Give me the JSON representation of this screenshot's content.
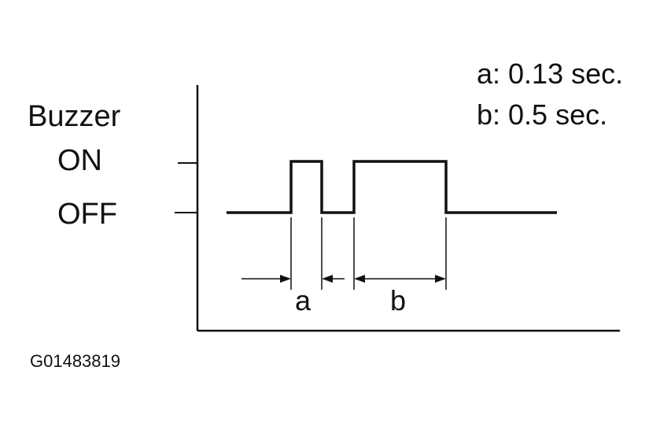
{
  "labels": {
    "signal": "Buzzer",
    "on": "ON",
    "off": "OFF"
  },
  "legend": {
    "a": "a: 0.13 sec.",
    "b": "b: 0.5 sec."
  },
  "dimensions": {
    "a": "a",
    "b": "b"
  },
  "figure_code": "G01483819",
  "colors": {
    "ink": "#111111",
    "background": "#ffffff"
  }
}
